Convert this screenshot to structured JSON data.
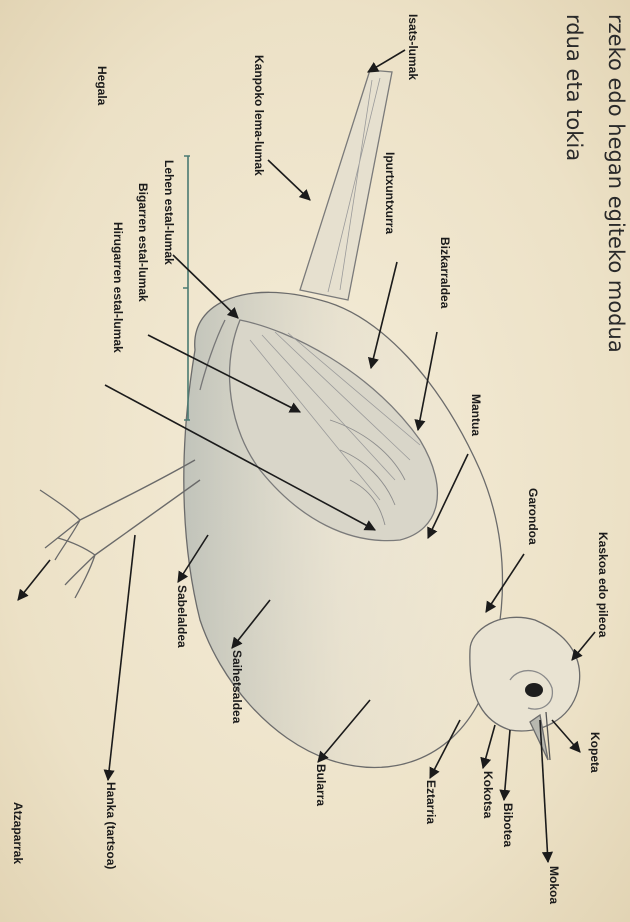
{
  "captions": {
    "line1": "rzeko edo hegan egiteko modua",
    "line2": "rdua eta tokia"
  },
  "labels": {
    "isats_lumak": "Isats-lumak",
    "kanpoko_lema_lumak": "Kanpoko lema-lumak",
    "hegala": "Hegala",
    "lehen_estal_lumak": "Lehen estal-lumak",
    "bigarren_estal_lumak": "Bigarren estal-lumak",
    "hirugarren_estal_lumak": "Hirugarren estal-lumak",
    "ipurtxuntxurra": "Ipurtxuntxurra",
    "bizkarraldea": "Bizkarraldea",
    "mantua": "Mantua",
    "garondoa": "Garondoa",
    "kaskoa": "Kaskoa edo pileoa",
    "kopeta": "Kopeta",
    "mokoa": "Mokoa",
    "bibotea": "Bibotea",
    "kokotsa": "Kokotsa",
    "eztarria": "Eztarria",
    "bularra": "Bularra",
    "saihetsaldea": "Saihetsaldea",
    "sabelaldea": "Sabelaldea",
    "hanka": "Hanka (tartsoa)",
    "atzaparrak": "Atzaparrak"
  },
  "colors": {
    "background": "#efe6cf",
    "ink": "#1b1b1b",
    "sketch": "#6b6b6b",
    "bracket": "#4a7a72"
  }
}
